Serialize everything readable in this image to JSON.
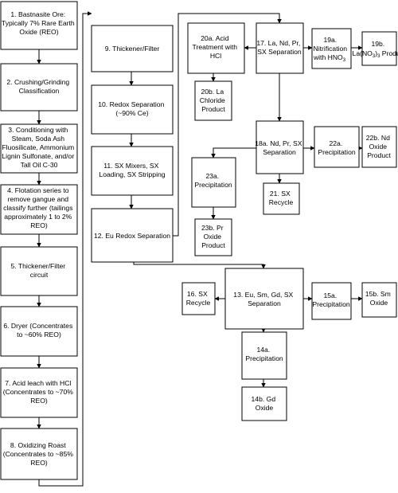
{
  "nodes": {
    "n1": {
      "lines": [
        "1. Bastnasite Ore:",
        "Typically 7% Rare Earth",
        "Oxide (REO)"
      ]
    },
    "n2": {
      "lines": [
        "2. Crushing/Grinding",
        "Classification"
      ]
    },
    "n3": {
      "lines": [
        "3. Conditioning with",
        "Steam, Soda Ash",
        "Fluosilicate, Ammonium",
        "Lignin Sulfonate, and/or",
        "Tall Oil C-30"
      ]
    },
    "n4": {
      "lines": [
        "4. Flotation series to",
        "remove gangue and",
        "classify further (tailings",
        "approximately 1 to 2%",
        "REO)"
      ]
    },
    "n5": {
      "lines": [
        "5. Thickener/Filter",
        "circuit"
      ]
    },
    "n6": {
      "lines": [
        "6. Dryer (Concentrates",
        "to ~60% REO)"
      ]
    },
    "n7": {
      "lines": [
        "7. Acid leach with HCl",
        "(Concentrates to ~70%",
        "REO)"
      ]
    },
    "n8": {
      "lines": [
        "8. Oxidizing Roast",
        "(Concentrates to ~85%",
        "REO)"
      ]
    },
    "n9": {
      "lines": [
        "9. Thickener/Filter"
      ]
    },
    "n10": {
      "lines": [
        "10. Redox Separation",
        "(~90% Ce)"
      ]
    },
    "n11": {
      "lines": [
        "11. SX Mixers, SX",
        "Loading, SX Stripping"
      ]
    },
    "n12": {
      "lines": [
        "12. Eu Redox Separation"
      ]
    },
    "n13": {
      "lines": [
        "13. Eu, Sm, Gd, SX",
        "Separation"
      ]
    },
    "n14a": {
      "lines": [
        "14a.",
        "Precipitation"
      ]
    },
    "n14b": {
      "lines": [
        "14b. Gd",
        "Oxide"
      ]
    },
    "n15a": {
      "lines": [
        "15a.",
        "Precipitation"
      ]
    },
    "n15b": {
      "lines": [
        "15b. Sm",
        "Oxide"
      ]
    },
    "n16": {
      "lines": [
        "16. SX",
        "Recycle"
      ]
    },
    "n17": {
      "lines": [
        "17. La, Nd, Pr,",
        "SX Separation"
      ]
    },
    "n18a": {
      "lines": [
        "18a. Nd, Pr, SX",
        "Separation"
      ]
    },
    "n19a": {
      "lines": [
        "19a.",
        "Nitrification",
        "with HNO",
        "3"
      ]
    },
    "n19b": {
      "lines": [
        "19b.",
        "La(NO",
        "3",
        ")",
        "3",
        " Product"
      ]
    },
    "n20a": {
      "lines": [
        "20a. Acid",
        "Treatment with",
        "HCl"
      ]
    },
    "n20b": {
      "lines": [
        "20b. La",
        "Chloride",
        "Product"
      ]
    },
    "n21": {
      "lines": [
        "21. SX",
        "Recycle"
      ]
    },
    "n22a": {
      "lines": [
        "22a.",
        "Precipitation"
      ]
    },
    "n22b": {
      "lines": [
        "22b. Nd",
        "Oxide",
        "Product"
      ]
    },
    "n23a": {
      "lines": [
        "23a.",
        "Precipitation"
      ]
    },
    "n23b": {
      "lines": [
        "23b. Pr",
        "Oxide",
        "Product"
      ]
    }
  }
}
